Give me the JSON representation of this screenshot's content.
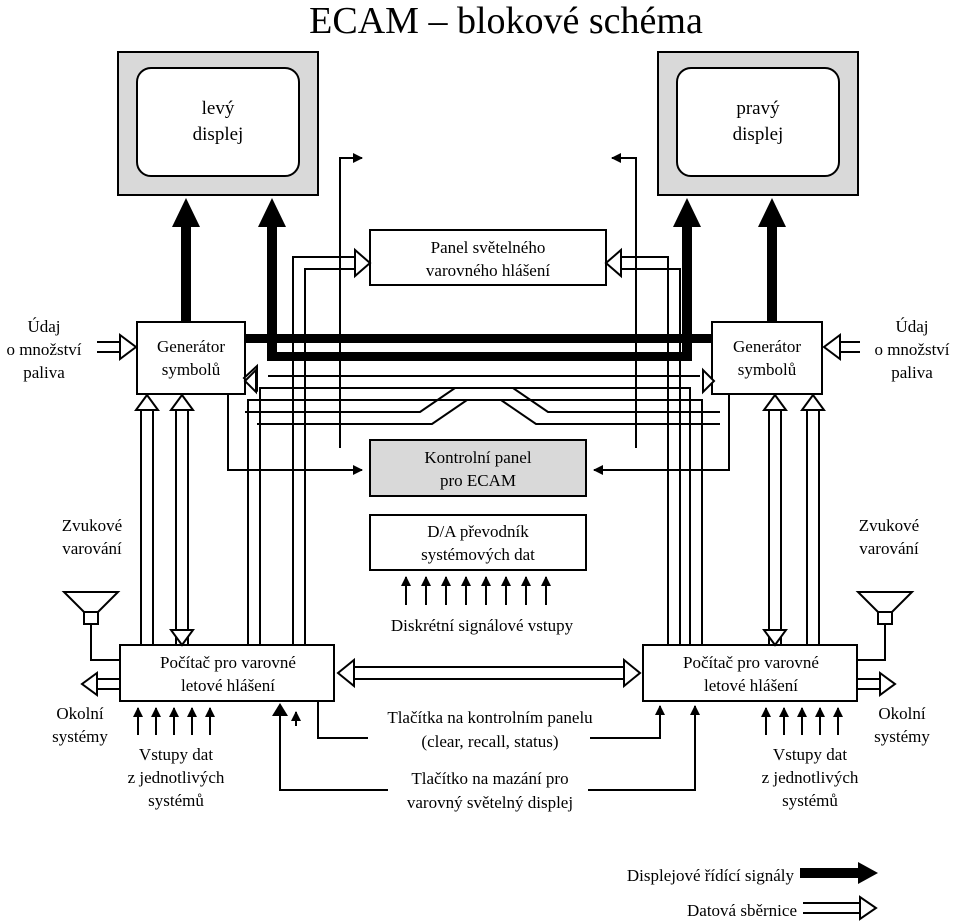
{
  "title": "ECAM – blokové schéma",
  "displays": {
    "left": [
      "levý",
      "displej"
    ],
    "right": [
      "pravý",
      "displej"
    ]
  },
  "blocks": {
    "warning_light_panel": [
      "Panel světelného",
      "varovného hlášení"
    ],
    "symbol_generator_left": [
      "Generátor",
      "symbolů"
    ],
    "symbol_generator_right": [
      "Generátor",
      "symbolů"
    ],
    "ecam_control_panel": [
      "Kontrolní panel",
      "pro ECAM"
    ],
    "da_converter": [
      "D/A převodník",
      "systémových dat"
    ],
    "warning_computer_left": [
      "Počítač pro varovné",
      "letové hlášení"
    ],
    "warning_computer_right": [
      "Počítač pro varovné",
      "letové hlášení"
    ]
  },
  "labels": {
    "fuel_left": [
      "Údaj",
      "o množství",
      "paliva"
    ],
    "fuel_right": [
      "Údaj",
      "o množství",
      "paliva"
    ],
    "sound_left": [
      "Zvukové",
      "varování"
    ],
    "sound_right": [
      "Zvukové",
      "varování"
    ],
    "discrete_inputs": "Diskrétní signálové vstupy",
    "other_systems_left": [
      "Okolní",
      "systémy"
    ],
    "other_systems_right": [
      "Okolní",
      "systémy"
    ],
    "system_inputs_left": [
      "Vstupy dat",
      "z jednotlivých",
      "systémů"
    ],
    "system_inputs_right": [
      "Vstupy dat",
      "z jednotlivých",
      "systémů"
    ],
    "control_buttons": [
      "Tlačítka na kontrolním panelu",
      "(clear, recall, status)"
    ],
    "clear_button": [
      "Tlačítko na mazání pro",
      "varovný světelný displej"
    ]
  },
  "legend": {
    "display_signals": "Displejové řídící signály",
    "data_bus": "Datová sběrnice"
  }
}
